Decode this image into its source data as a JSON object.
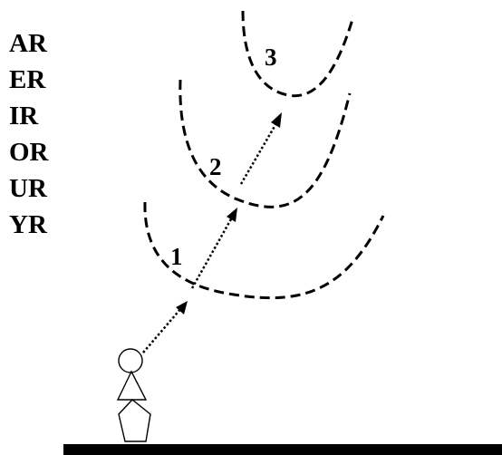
{
  "letter_groups": [
    "AR",
    "ER",
    "IR",
    "OR",
    "UR",
    "YR"
  ],
  "stages": [
    "1",
    "2",
    "3"
  ],
  "icons": {
    "person": "person-icon",
    "arrow": "dotted-arrow"
  },
  "colors": {
    "ink": "#000000",
    "background": "#ffffff"
  }
}
